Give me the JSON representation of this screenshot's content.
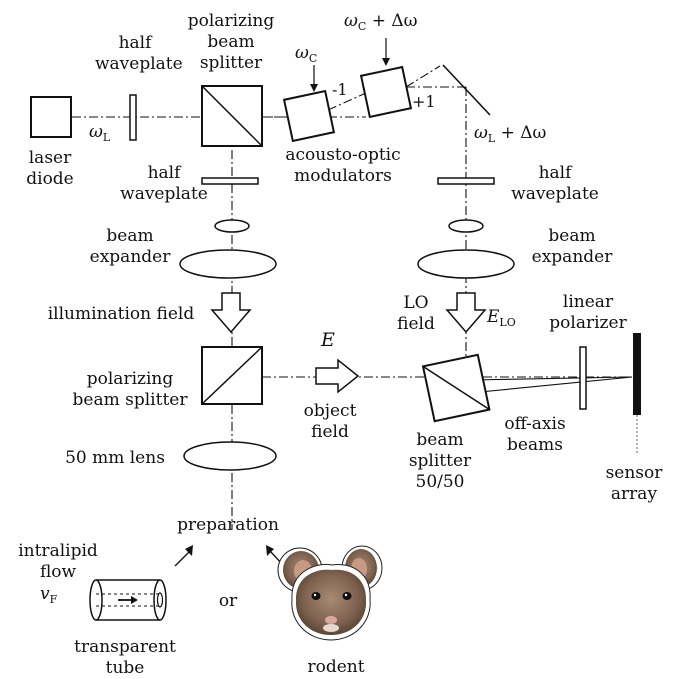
{
  "labels": {
    "half_waveplate_1": "half\nwaveplate",
    "polarizing_beam_splitter_1": "polarizing\nbeam\nsplitter",
    "laser_diode": "laser\ndiode",
    "omega_L": "ω",
    "omega_L_sub": "L",
    "half_waveplate_2": "half\nwaveplate",
    "omega_C": "ω",
    "omega_C_sub": "C",
    "omega_C_delta": "ω",
    "omega_C_delta_sub": "C",
    "omega_C_delta_suffix": " + Δω",
    "minus_one": "-1",
    "plus_one": "+1",
    "acousto_optic_modulators": "acousto-optic\nmodulators",
    "omega_L_delta": "ω",
    "omega_L_delta_sub": "L",
    "omega_L_delta_suffix": " + Δω",
    "half_waveplate_3": "half\nwaveplate",
    "beam_expander_1": "beam\nexpander",
    "beam_expander_2": "beam\nexpander",
    "illumination_field": "illumination field",
    "lo_field": "LO\nfield",
    "E_LO": "E",
    "E_LO_sub": "LO",
    "linear_polarizer": "linear\npolarizer",
    "E": "E",
    "polarizing_beam_splitter_2": "polarizing\nbeam splitter",
    "object_field": "object\nfield",
    "off_axis_beams": "off-axis\nbeams",
    "beam_splitter_5050": "beam\nsplitter\n50/50",
    "lens_50mm": "50 mm lens",
    "sensor_array": "sensor\narray",
    "preparation": "preparation",
    "intralipid_flow": "intralipid\nflow",
    "v_F": "v",
    "v_F_sub": "F",
    "or": "or",
    "transparent_tube": "transparent\ntube",
    "rodent": "rodent"
  },
  "colors": {
    "line": "#111111",
    "fur": "#8a6a55",
    "fur_dark": "#5a4234"
  }
}
